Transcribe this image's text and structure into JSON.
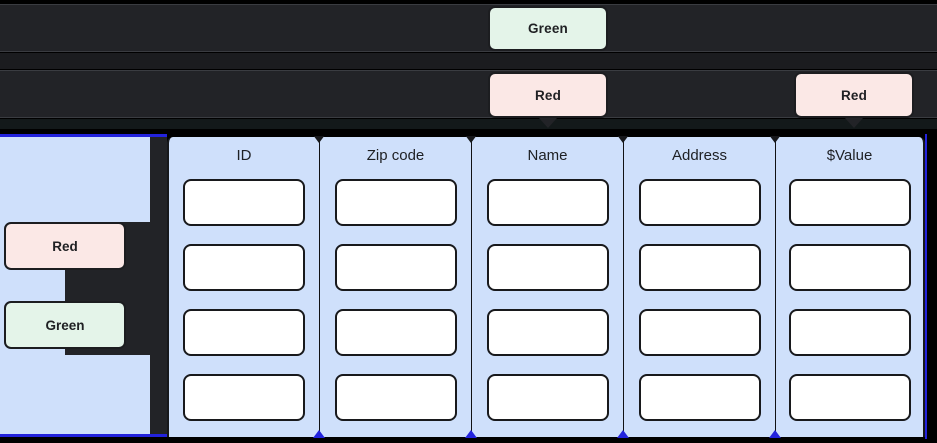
{
  "banner": {
    "badges": [
      {
        "label": "Green",
        "tone": "green",
        "name": "banner-badge-green"
      },
      {
        "label": "Red",
        "tone": "red",
        "name": "banner-badge-red-center"
      },
      {
        "label": "Red",
        "tone": "red",
        "name": "banner-badge-red-right"
      }
    ]
  },
  "sidebar": {
    "badges": [
      {
        "label": "Red",
        "tone": "red"
      },
      {
        "label": "Green",
        "tone": "green"
      }
    ]
  },
  "table": {
    "columns": [
      {
        "header": "ID",
        "cells": [
          "",
          "",
          "",
          ""
        ]
      },
      {
        "header": "Zip code",
        "cells": [
          "",
          "",
          "",
          ""
        ]
      },
      {
        "header": "Name",
        "cells": [
          "",
          "",
          "",
          ""
        ]
      },
      {
        "header": "Address",
        "cells": [
          "",
          "",
          "",
          ""
        ]
      },
      {
        "header": "$Value",
        "cells": [
          "",
          "",
          "",
          ""
        ]
      }
    ],
    "row_count": 4
  },
  "colors": {
    "badge_green_bg": "#e4f4e9",
    "badge_red_bg": "#fbe8e6",
    "panel_blue": "#cfe0fb",
    "accent_blue": "#2323dd",
    "bar_dark": "#222327",
    "background": "#000000",
    "cell_white": "#ffffff",
    "text_dark": "#202124"
  }
}
